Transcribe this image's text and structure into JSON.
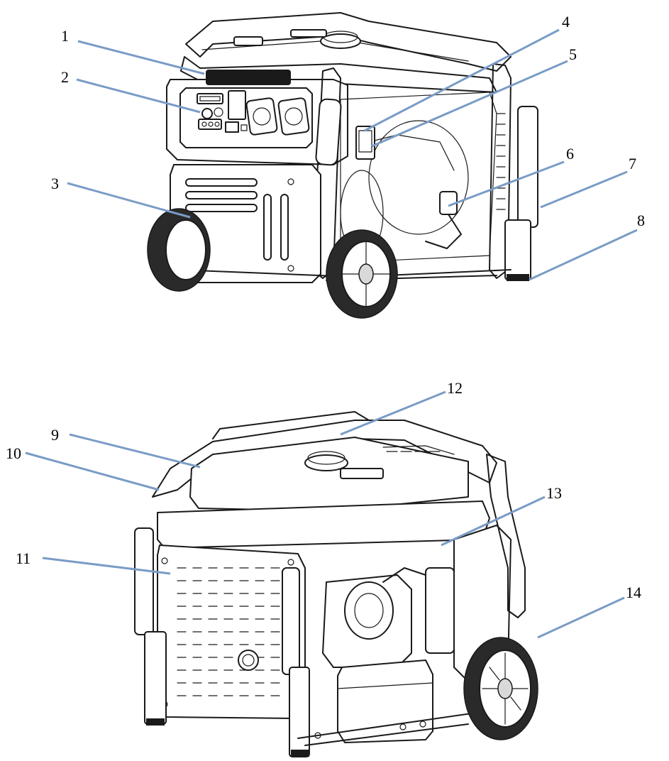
{
  "figure": {
    "callouts_front_view": [
      {
        "number": "1"
      },
      {
        "number": "2"
      },
      {
        "number": "3"
      },
      {
        "number": "4"
      },
      {
        "number": "5"
      },
      {
        "number": "6"
      },
      {
        "number": "7"
      },
      {
        "number": "8"
      }
    ],
    "callouts_rear_view": [
      {
        "number": "9"
      },
      {
        "number": "10"
      },
      {
        "number": "11"
      },
      {
        "number": "12"
      },
      {
        "number": "13"
      },
      {
        "number": "14"
      }
    ],
    "colors": {
      "leader_line": "#7a9cc6",
      "line_art": "#1a1a1a",
      "background": "#ffffff"
    }
  }
}
